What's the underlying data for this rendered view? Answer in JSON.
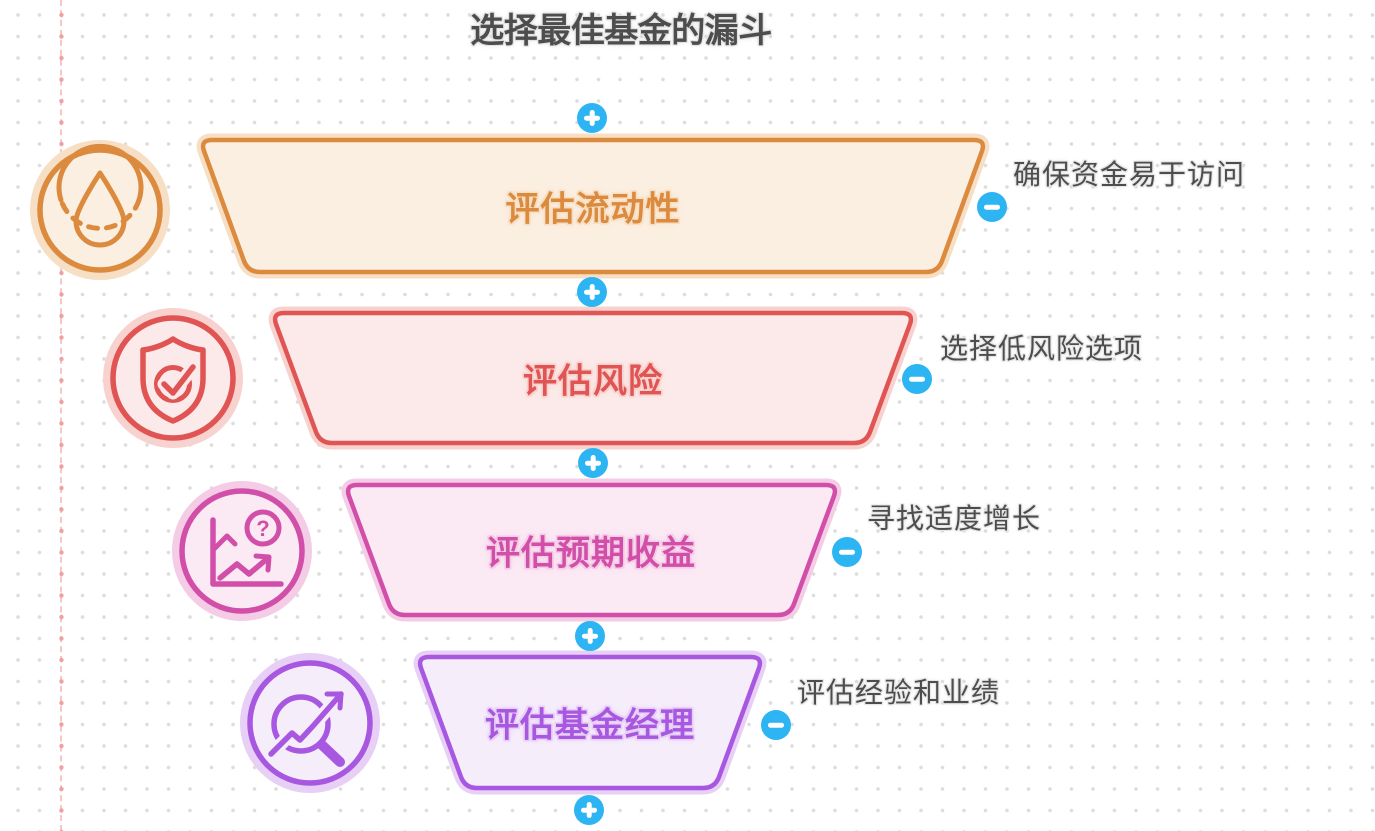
{
  "title": "选择最佳基金的漏斗",
  "canvas": {
    "background": "#ffffff",
    "grid_dot_color": "#dcdcdc",
    "guide_line_color": "#f9c6c6",
    "guide_dot_color": "#efa0a0",
    "title_color": "#4d4d4d",
    "note_color": "#4d4d4d"
  },
  "controls": {
    "button_color": "#2CB5F2",
    "glyph_color": "#ffffff",
    "add_buttons_count": 5,
    "remove_buttons_count": 4
  },
  "stages": [
    {
      "title": "评估流动性",
      "note": "确保资金易于访问",
      "icon": "droplet-liquidity-icon",
      "accent": "#DC8A3E",
      "fill": "#FBEFE2",
      "glow": "#F6DFC4"
    },
    {
      "title": "评估风险",
      "note": "选择低风险选项",
      "icon": "shield-check-icon",
      "accent": "#E05454",
      "fill": "#FBEAE9",
      "glow": "#F8D2CF"
    },
    {
      "title": "评估预期收益",
      "note": "寻找适度增长",
      "icon": "chart-question-icon",
      "icon_glyph": "?",
      "accent": "#D14FA8",
      "fill": "#FBE9F4",
      "glow": "#F4CCE6"
    },
    {
      "title": "评估基金经理",
      "note": "评估经验和业绩",
      "icon": "magnifier-trend-icon",
      "accent": "#A757E0",
      "fill": "#F6EDFB",
      "glow": "#E7CFF5"
    }
  ]
}
